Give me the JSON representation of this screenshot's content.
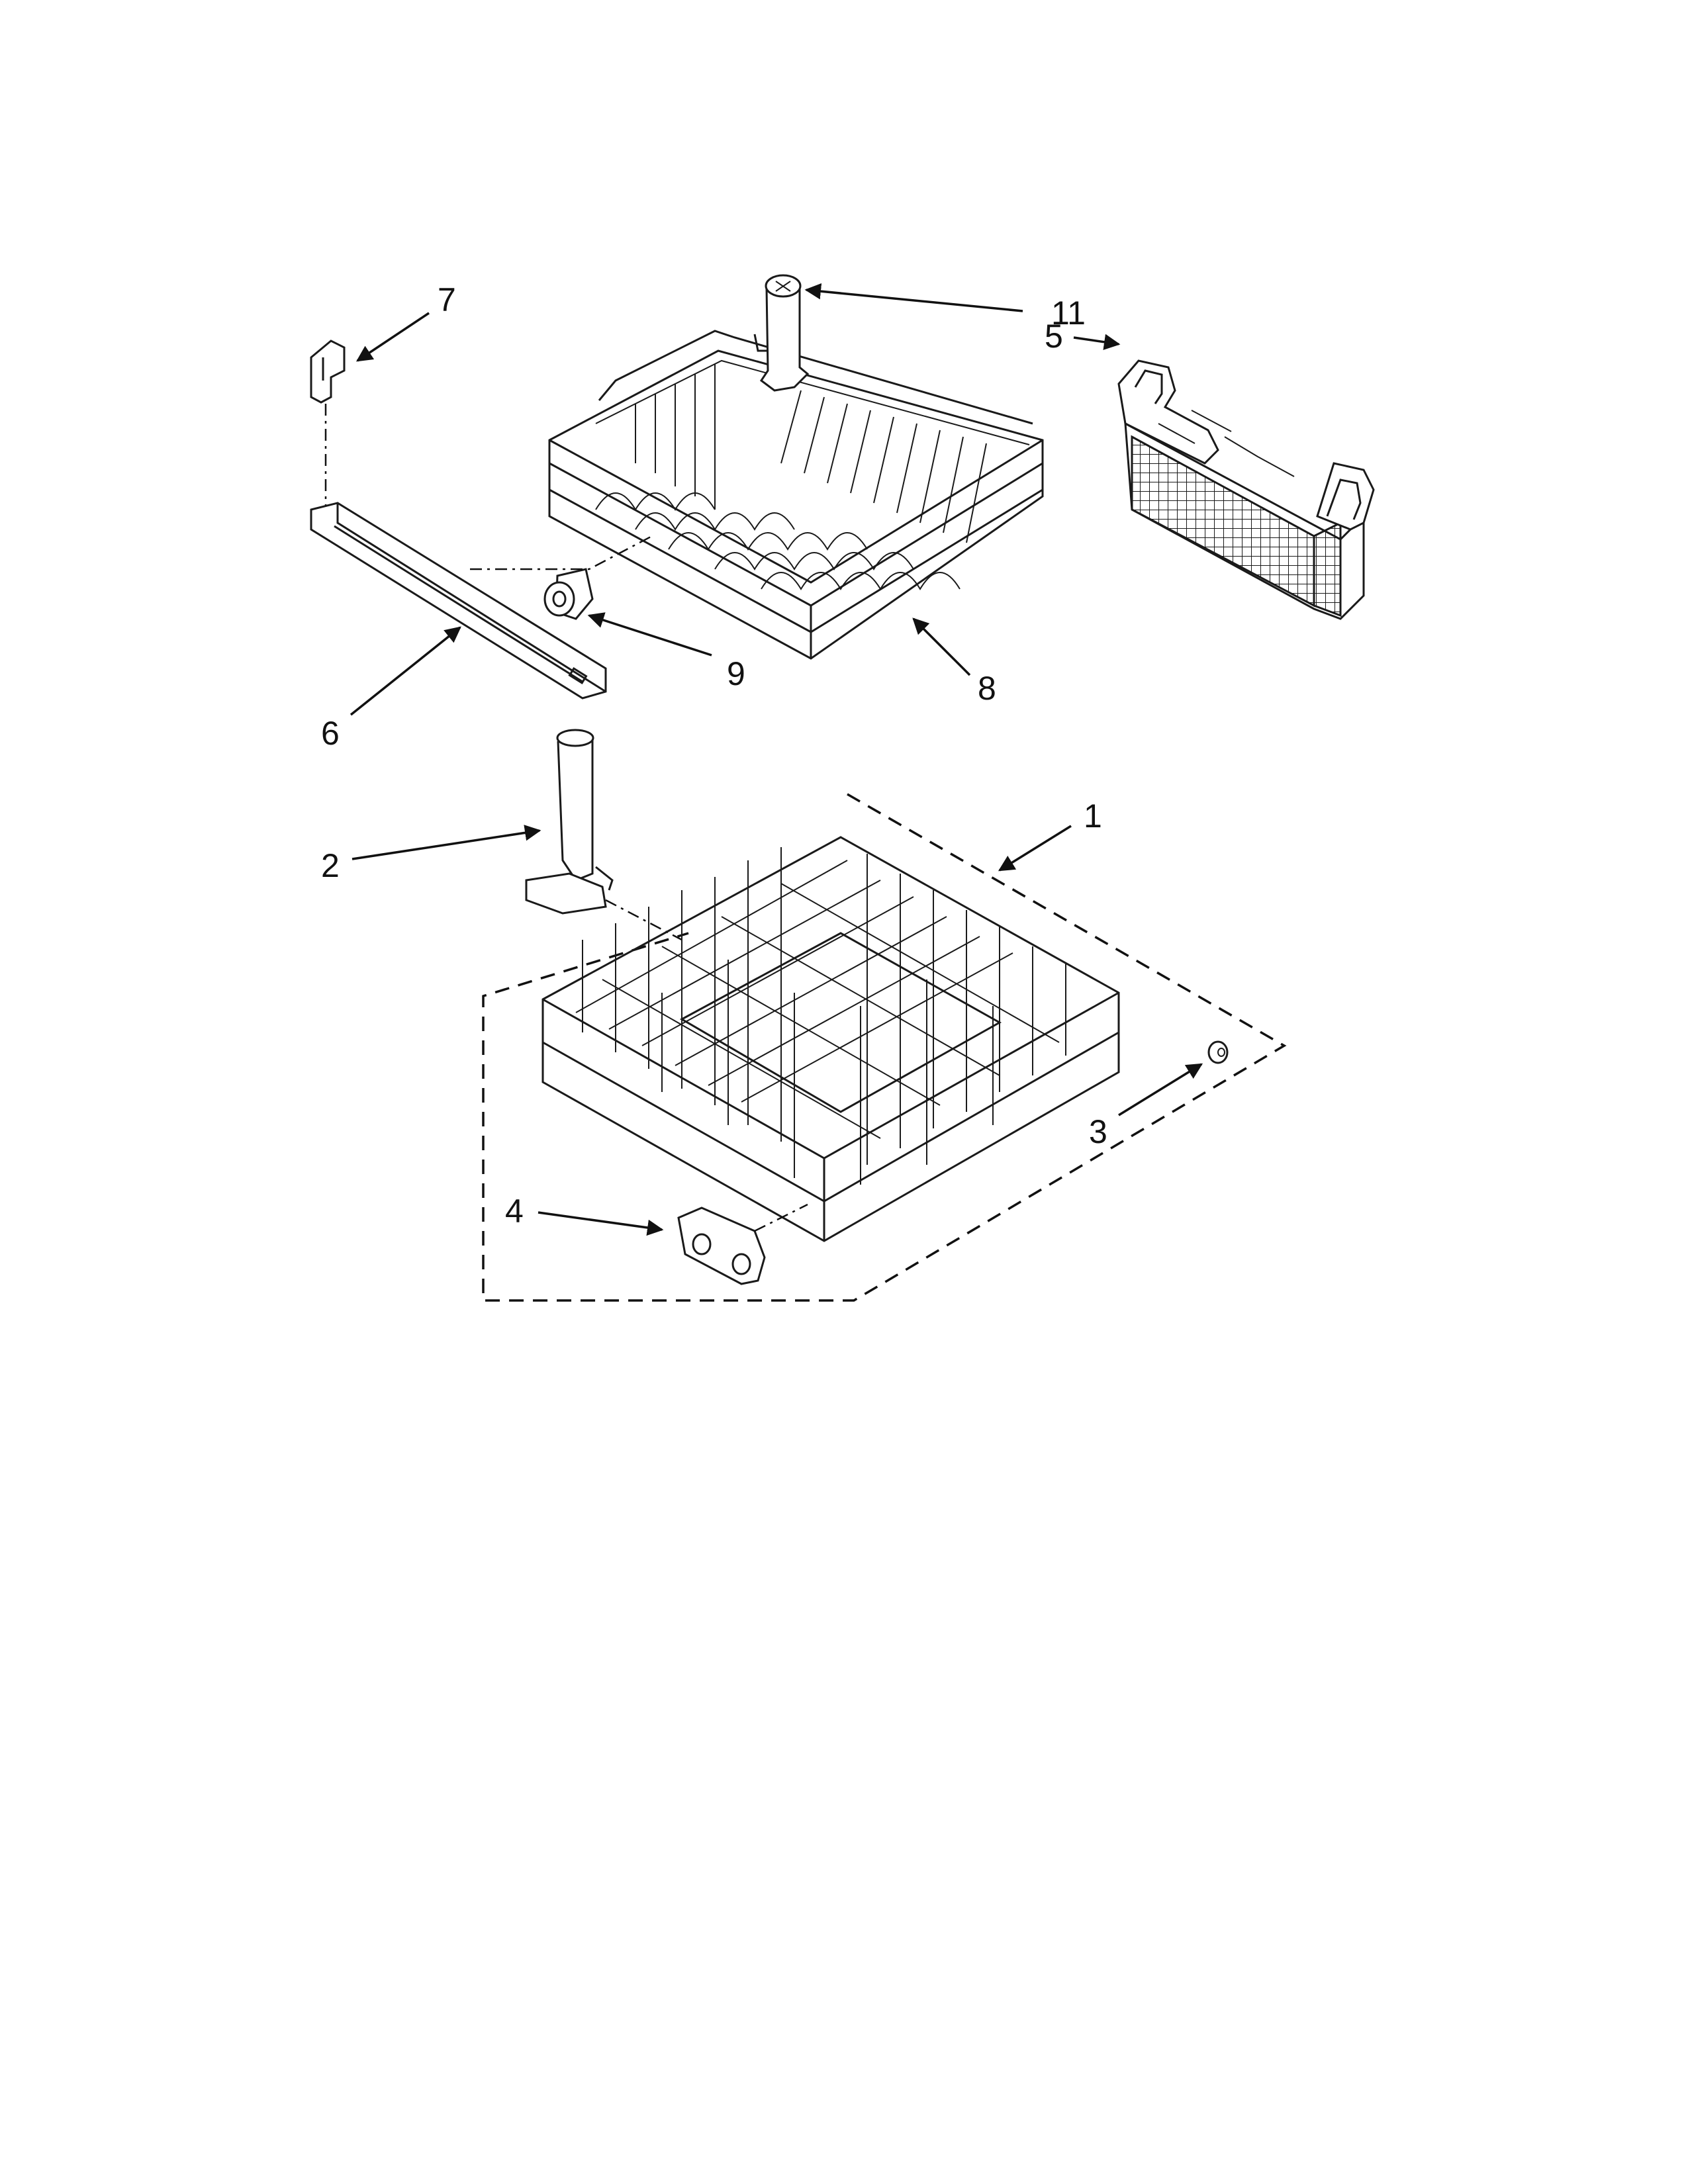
{
  "callouts": [
    {
      "id": "1",
      "part": "lower-dishrack"
    },
    {
      "id": "2",
      "part": "spray-tower"
    },
    {
      "id": "3",
      "part": "rack-wheel"
    },
    {
      "id": "4",
      "part": "rack-wheel-assembly"
    },
    {
      "id": "5",
      "part": "silverware-basket"
    },
    {
      "id": "6",
      "part": "rack-track"
    },
    {
      "id": "7",
      "part": "track-stop"
    },
    {
      "id": "8",
      "part": "upper-dishrack"
    },
    {
      "id": "9",
      "part": "upper-rack-roller"
    },
    {
      "id": "11",
      "part": "upper-spray-tower"
    }
  ]
}
